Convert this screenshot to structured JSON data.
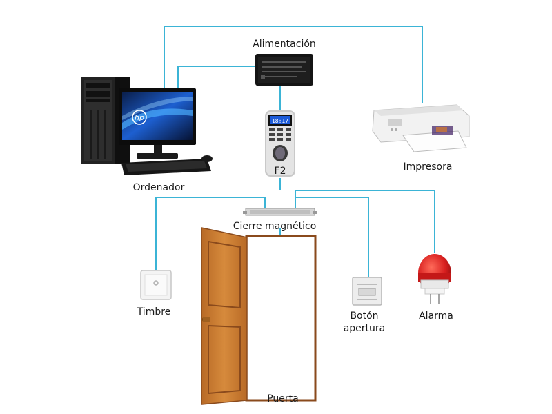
{
  "colors": {
    "wire": "#3bb4d6",
    "door_wood": "#c8782e",
    "door_frame": "#8a4a1c",
    "alarm_red": "#d81f1f"
  },
  "labels": {
    "power_supply": "Alimentación",
    "computer": "Ordenador",
    "terminal": "F2",
    "printer": "Impresora",
    "magnetic_lock": "Cierre magnético",
    "doorbell": "Timbre",
    "exit_button_line1": "Botón",
    "exit_button_line2": "apertura",
    "alarm": "Alarma",
    "door": "Puerta"
  },
  "devices": {
    "monitor_logo": "hp",
    "terminal_clock": "18:17"
  },
  "icons": {
    "computer": "desktop-computer-icon",
    "power_supply": "power-supply-box-icon",
    "terminal": "fingerprint-terminal-icon",
    "printer": "printer-icon",
    "magnetic_lock": "magnetic-lock-icon",
    "doorbell": "doorbell-button-icon",
    "exit_button": "exit-button-icon",
    "alarm": "alarm-siren-icon",
    "door": "door-icon"
  }
}
